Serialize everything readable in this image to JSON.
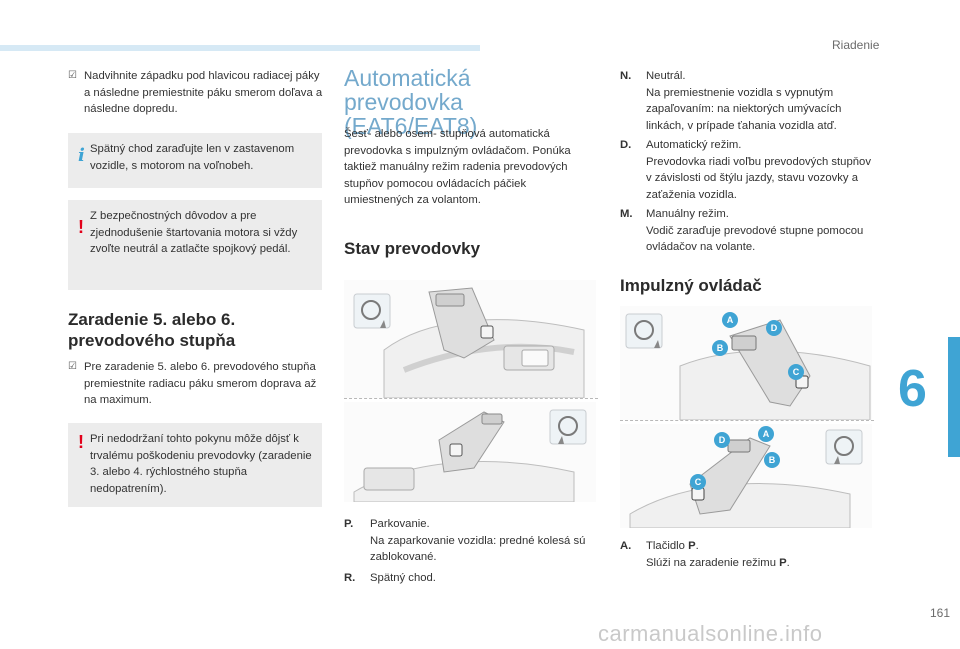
{
  "header": {
    "chapter_title": "Riadenie"
  },
  "footer": {
    "page_number": "161",
    "watermark": "carmanualsonline.info"
  },
  "chapter_tab": {
    "number": "6"
  },
  "left": {
    "bullet1": {
      "symbol": "",
      "text": "Nadvihnite západku pod hlavicou radiacej páky a následne premiestnite páku smerom doľava a následne dopredu."
    },
    "info_note": {
      "text": "Spätný chod zaraďujte len v zastavenom vozidle, s motorom na voľnobeh."
    },
    "warn_note1": {
      "text": "Z bezpečnostných dôvodov a pre zjednodušenie štartovania motora si vždy zvoľte neutrál a zatlačte spojkový pedál."
    },
    "heading": "Zaradenie 5. alebo 6. prevodového stupňa",
    "bullet2": {
      "symbol": "",
      "text": "Pre zaradenie 5. alebo 6. prevodového stupňa premiestnite radiacu páku smerom doprava až na maximum."
    },
    "warn_note2": {
      "text": "Pri nedodržaní tohto pokynu môže dôjsť k trvalému poškodeniu prevodovky (zaradenie 3. alebo 4. rýchlostného stupňa nedopatrením)."
    }
  },
  "middle": {
    "title": "Automatická prevodovka (EAT6/EAT8)",
    "intro": "Šesť- alebo osem- stupňová automatická prevodovka s impulzným ovládačom. Ponúka taktiež manuálny režim radenia prevodových stupňov pomocou ovládacích páčiek umiestnených za volantom.",
    "heading": "Stav prevodovky",
    "defs": [
      {
        "key": "P.",
        "line1": "Parkovanie.",
        "line2": "Na zaparkovanie vozidla: predné kolesá sú zablokované."
      },
      {
        "key": "R.",
        "line1": "Spätný chod.",
        "line2": ""
      }
    ]
  },
  "right": {
    "defs": [
      {
        "key": "N.",
        "line1": "Neutrál.",
        "line2": "Na premiestnenie vozidla s vypnutým zapaľovaním: na niektorých umývacích linkách, v prípade ťahania vozidla atď."
      },
      {
        "key": "D.",
        "line1": "Automatický režim.",
        "line2": "Prevodovka riadi voľbu prevodových stupňov v závislosti od štýlu jazdy, stavu vozovky a zaťaženia vozidla."
      },
      {
        "key": "M.",
        "line1": "Manuálny režim.",
        "line2": "Vodič zaraďuje prevodové stupne pomocou ovládačov na volante."
      }
    ],
    "heading": "Impulzný ovládač",
    "figure_labels": {
      "a": "A",
      "b": "B",
      "c": "C",
      "d": "D"
    },
    "defA": {
      "key": "A.",
      "line1_prefix": "Tlačidlo ",
      "line1_bold": "P",
      "line1_suffix": ".",
      "line2_prefix": "Slúži na zaradenie režimu ",
      "line2_bold": "P",
      "line2_suffix": "."
    }
  },
  "colors": {
    "accent": "#3fa4d4",
    "title_blue": "#74a9cc",
    "warn_red": "#e2001a",
    "note_bg": "#ececec"
  }
}
